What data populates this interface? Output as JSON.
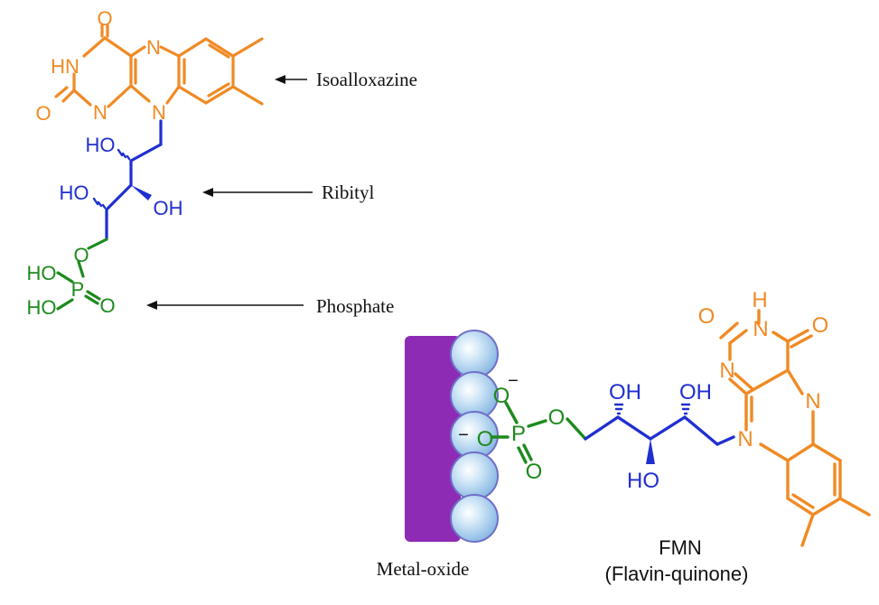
{
  "colors": {
    "isoalloxazine": "#f08a24",
    "ribityl": "#1f2fd0",
    "phosphate": "#1d8a1d",
    "metal_oxide": "#8e2bb5",
    "sphere": "#9dc9ee",
    "arrow": "#111111"
  },
  "labels": {
    "isoalloxazine": "Isoalloxazine",
    "ribityl": "Ribityl",
    "phosphate": "Phosphate",
    "metal_oxide": "Metal-oxide",
    "fmn": "FMN",
    "flavin_quinone": "(Flavin-quinone)"
  },
  "atoms": {
    "O": "O",
    "N": "N",
    "HN": "HN",
    "H": "H",
    "HO": "HO",
    "OH": "OH",
    "P": "P",
    "minus": "−"
  }
}
